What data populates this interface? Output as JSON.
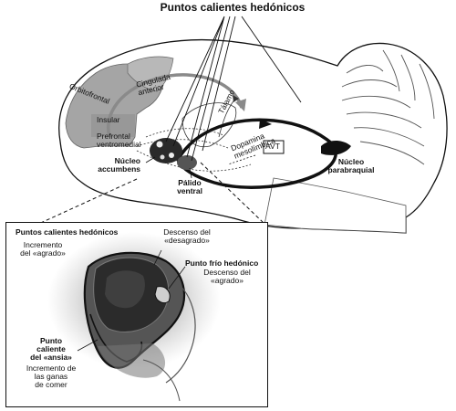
{
  "title": "Puntos calientes hedónicos",
  "brain_labels": {
    "cingulada": "Cingulada",
    "anterior": "anterior",
    "orbitofrontal": "Orbitofrontal",
    "insular": "Insular",
    "prefrontal": "Prefrontal",
    "ventromedial": "ventromedial",
    "talamo": "Tálamo",
    "dopamina": "Dopamina",
    "mesolimbica": "mesolímbica",
    "avt": "AVT",
    "nucleo_accumbens_1": "Núcleo",
    "nucleo_accumbens_2": "accumbens",
    "palido_1": "Pálido",
    "palido_2": "ventral",
    "parabraquial_1": "Núcleo",
    "parabraquial_2": "parabraquial"
  },
  "inset_labels": {
    "hotspots_title": "Puntos calientes hedónicos",
    "incremento_1": "Incremento",
    "incremento_2": "del «agrado»",
    "descenso_desagrado_1": "Descenso del",
    "descenso_desagrado_2": "«desagrado»",
    "frio_title": "Punto frío hedónico",
    "frio_desc_1": "Descenso del",
    "frio_desc_2": "«agrado»",
    "ansia_title_1": "Punto",
    "ansia_title_2": "caliente",
    "ansia_title_3": "del «ansia»",
    "ansia_desc_1": "Incremento de",
    "ansia_desc_2": "las ganas",
    "ansia_desc_3": "de comer"
  },
  "colors": {
    "cortex_gray": "#9a9a9a",
    "dark_fill": "#2b2b2b",
    "line": "#111111"
  }
}
